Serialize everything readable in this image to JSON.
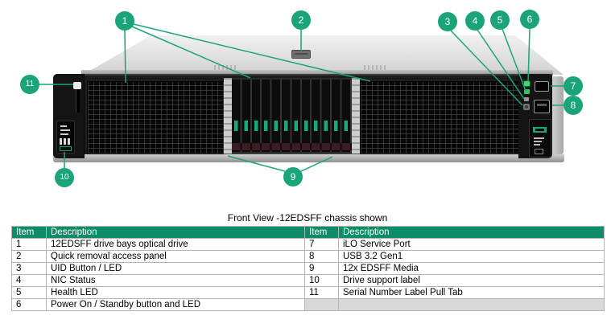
{
  "figure": {
    "caption": "Front View -12EDSFF chassis shown",
    "callouts": [
      "1",
      "2",
      "3",
      "4",
      "5",
      "6",
      "7",
      "8",
      "9",
      "10",
      "11"
    ]
  },
  "table": {
    "headers": [
      "Item",
      "Description",
      "Item",
      "Description"
    ],
    "rows": [
      [
        "1",
        "12EDSFF drive bays optical drive",
        "7",
        "iLO Service Port"
      ],
      [
        "2",
        "Quick removal access panel",
        "8",
        "USB 3.2 Gen1"
      ],
      [
        "3",
        "UID Button / LED",
        "9",
        "12x EDSFF Media"
      ],
      [
        "4",
        "NIC Status",
        "10",
        "Drive support label"
      ],
      [
        "5",
        "Health LED",
        "11",
        "Serial Number Label Pull Tab"
      ],
      [
        "6",
        "Power On / Standby button and LED",
        null,
        null
      ]
    ]
  },
  "colors": {
    "callout_green": "#1BA478",
    "table_header_green": "#0D8C68",
    "empty_cell_gray": "#D9D9D9"
  }
}
